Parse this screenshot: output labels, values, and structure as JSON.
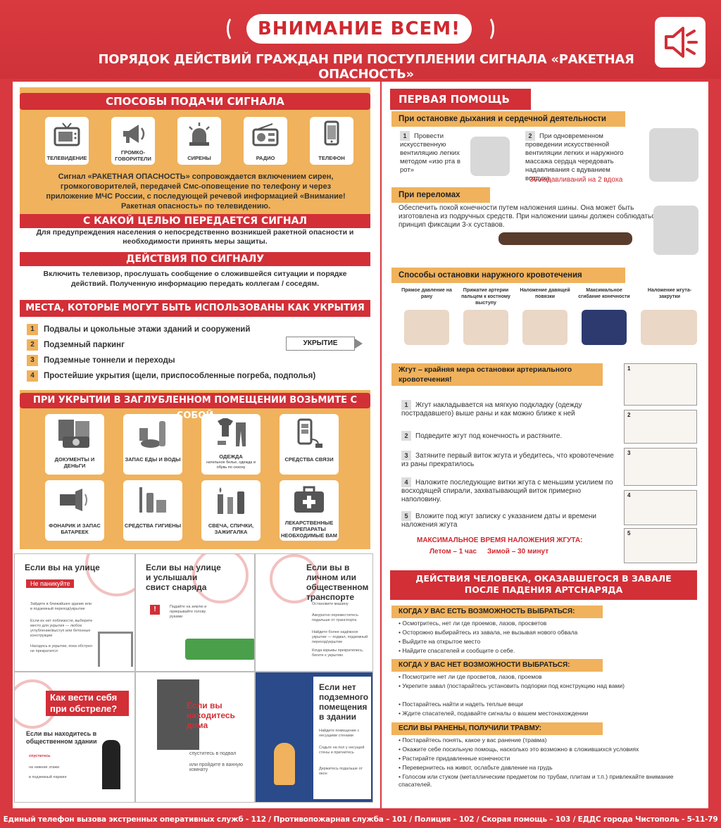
{
  "header": {
    "title": "ВНИМАНИЕ ВСЕМ!",
    "subtitle": "ПОРЯДОК ДЕЙСТВИЙ ГРАЖДАН ПРИ ПОСТУПЛЕНИИ СИГНАЛА «РАКЕТНАЯ ОПАСНОСТЬ»"
  },
  "signal": {
    "heading": "СПОСОБЫ ПОДАЧИ СИГНАЛА",
    "methods": [
      {
        "label": "ТЕЛЕВИДЕНИЕ",
        "icon": "tv-icon"
      },
      {
        "label": "ГРОМКО-ГОВОРИТЕЛИ",
        "icon": "megaphone-icon"
      },
      {
        "label": "СИРЕНЫ",
        "icon": "siren-icon"
      },
      {
        "label": "РАДИО",
        "icon": "radio-icon"
      },
      {
        "label": "ТЕЛЕФОН",
        "icon": "phone-icon"
      }
    ],
    "text": "Сигнал «РАКЕТНАЯ ОПАСНОСТЬ» сопровождается включением сирен, громкоговорителей, передачей Смс-оповещение по телефону и через приложение МЧС России, с последующей речевой информацией «Внимание! Ракетная опасность» по телевидению."
  },
  "purpose": {
    "heading": "С КАКОЙ ЦЕЛЬЮ ПЕРЕДАЕТСЯ СИГНАЛ",
    "text": "Для предупреждения населения о непосредственно возникшей ракетной опасности и необходимости принять меры защиты."
  },
  "actions": {
    "heading": "ДЕЙСТВИЯ ПО СИГНАЛУ",
    "text": "Включить телевизор, прослушать сообщение о сложившейся ситуации и порядке действий. Полученную информацию передать коллегам / соседям."
  },
  "shelters": {
    "heading": "МЕСТА, КОТОРЫЕ МОГУТ БЫТЬ ИСПОЛЬЗОВАНЫ КАК УКРЫТИЯ",
    "items": [
      {
        "num": "1",
        "text": "Подвалы и цокольные этажи зданий и сооружений"
      },
      {
        "num": "2",
        "text": "Подземный паркинг"
      },
      {
        "num": "3",
        "text": "Подземные тоннели и переходы"
      },
      {
        "num": "4",
        "text": "Простейшие укрытия (щели, приспособленные погреба, подполья)"
      }
    ],
    "sign": "УКРЫТИЕ"
  },
  "take": {
    "heading": "ПРИ УКРЫТИИ В ЗАГЛУБЛЕННОМ ПОМЕЩЕНИИ ВОЗЬМИТЕ С СОБОЙ",
    "items": [
      {
        "label": "ДОКУМЕНТЫ И ДЕНЬГИ",
        "sub": "",
        "icon": "documents-icon"
      },
      {
        "label": "ЗАПАС ЕДЫ И ВОДЫ",
        "sub": "",
        "icon": "food-icon"
      },
      {
        "label": "ОДЕЖДА",
        "sub": "нательное белье, одежда и обувь по сезону",
        "icon": "clothes-icon"
      },
      {
        "label": "СРЕДСТВА СВЯЗИ",
        "sub": "",
        "icon": "phone-charger-icon"
      },
      {
        "label": "ФОНАРИК И ЗАПАС БАТАРЕЕК",
        "sub": "",
        "icon": "flashlight-icon"
      },
      {
        "label": "СРЕДСТВА ГИГИЕНЫ",
        "sub": "",
        "icon": "hygiene-icon"
      },
      {
        "label": "СВЕЧА, СПИЧКИ, ЗАЖИГАЛКА",
        "sub": "",
        "icon": "candle-icon"
      },
      {
        "label": "ЛЕКАРСТВЕННЫЕ ПРЕПАРАТЫ НЕОБХОДИМЫЕ ВАМ",
        "sub": "",
        "icon": "first-aid-icon"
      }
    ]
  },
  "comics": {
    "street": {
      "title": "Если вы на улице",
      "tag": "Не паникуйте",
      "b1": "Зайдите в ближайшее здание или в подземный переход/укрытие",
      "b2": "Если их нет поблизости, выберите место для укрытия — любое углубление/выступ или бетонные конструкции",
      "b3": "Находясь в укрытии, пока обстрел не прекратится"
    },
    "whistle": {
      "title": "Если вы на улице и услышали свист снаряда",
      "b1": "Падайте на землю и прикрывайте голову руками"
    },
    "transport": {
      "title": "Если вы в личном или общественном транспорте",
      "b1": "Остановите машину",
      "b2": "Аккуратно переместитесь подальше от транспорта",
      "b3": "Найдите более надёжное укрытие — подвал, подземный переход/укрытие",
      "b4": "Когда взрывы прекратились, бегите к укрытию"
    },
    "shelling": {
      "title": "Как вести себя при обстреле?",
      "sub": "Если вы находитесь в общественном здании",
      "tag": "спуститесь",
      "b1": "на нижние этажи",
      "b2": "в подземный паркинг"
    },
    "home": {
      "title": "Если вы находитесь дома",
      "b1": "спуститесь в подвал",
      "b2": "или пройдите в ванную комнату"
    },
    "nobasement": {
      "title": "Если нет подземного помещения в здании",
      "b1": "Найдите помещение с несущими стенами",
      "b2": "Сядьте на пол у несущей стены и пригнитесь",
      "b3": "Держитесь подальше от окон"
    }
  },
  "firstaid": {
    "heading": "ПЕРВАЯ ПОМОЩЬ",
    "breath": {
      "head": "При остановке дыхания и сердечной деятельности",
      "s1num": "1",
      "s1": "Провести искусственную вентиляцию легких методом «изо рта в рот»",
      "s2num": "2",
      "s2": "При одновременном проведении искусственной вентиляции легких и наружного массажа сердца чередовать надавливания с вдуванием воздуха.",
      "s2red": "30 надавливаний на 2 вдоха"
    },
    "fracture": {
      "head": "При переломах",
      "text": "Обеспечить покой конечности путем наложения шины. Она может быть изготовлена из подручных средств. При наложении шины должен соблюдаться принцип фиксации 3-х суставов."
    },
    "bleeding": {
      "head": "Способы остановки наружного кровотечения",
      "methods": [
        "Прямое давление на рану",
        "Прижатие артерии пальцем к костному выступу",
        "Наложение давящей повязки",
        "Максимальное сгибание конечности",
        "Наложение жгута-закрутки"
      ]
    },
    "tourniquet": {
      "head": "Жгут – крайняя мера остановки артериального кровотечения!",
      "steps": [
        {
          "num": "1",
          "text": "Жгут накладывается на мягкую подкладку (одежду пострадавшего) выше раны и как можно ближе к ней"
        },
        {
          "num": "2",
          "text": "Подведите жгут под конечность и растяните."
        },
        {
          "num": "3",
          "text": "Затяните первый виток жгута и убедитесь, что кровотечение из раны прекратилось"
        },
        {
          "num": "4",
          "text": "Наложите последующие витки жгута с меньшим усилием по восходящей спирали, захватывающий виток примерно наполовину."
        },
        {
          "num": "5",
          "text": "Вложите под жгут записку с указанием даты и времени наложения жгута"
        }
      ],
      "maxtime": "МАКСИМАЛЬНОЕ ВРЕМЯ НАЛОЖЕНИЯ ЖГУТА:",
      "summer": "Летом – 1 час",
      "winter": "Зимой – 30 минут",
      "thumbs": [
        "1",
        "2",
        "3",
        "4",
        "5"
      ]
    }
  },
  "collapse": {
    "heading": "ДЕЙСТВИЯ ЧЕЛОВЕКА, ОКАЗАВШЕГОСЯ В ЗАВАЛЕ ПОСЛЕ ПАДЕНИЯ АРТСНАРЯДА",
    "can": {
      "head": "КОГДА У ВАС ЕСТЬ ВОЗМОЖНОСТЬ ВЫБРАТЬСЯ:",
      "items": [
        "Осмотритесь, нет ли где проемов, лазов, просветов",
        "Осторожно выбирайтесь из завала, не вызывая нового обвала",
        "Выйдите на открытое место",
        "Найдите спасателей и сообщите о себе."
      ]
    },
    "cannot": {
      "head": "КОГДА У ВАС НЕТ ВОЗМОЖНОСТИ ВЫБРАТЬСЯ:",
      "items": [
        "Посмотрите нет ли где просветов, лазов, проемов",
        "Укрепите завал (постарайтесь установить подпорки под конструкцию над вами)",
        "Постарайтесь найти и надеть теплые вещи",
        "Ждите спасателей, подавайте сигналы о вашем местонахождении"
      ]
    },
    "injured": {
      "head": "ЕСЛИ ВЫ РАНЕНЫ, ПОЛУЧИЛИ ТРАВМУ:",
      "items": [
        "Постарайтесь понять, какое у вас ранение (травма)",
        "Окажите себе посильную помощь, насколько это возможно в сложившихся условиях",
        "Растирайте придавленные конечности",
        "Перевернитесь на живот, ослабьте давление на грудь",
        "Голосом или стуком (металлическим предметом по трубам, плитам и т.п.) привлекайте внимание спасателей."
      ]
    }
  },
  "footer": {
    "text": "Единый телефон вызова экстренных оперативных служб - 112  /  Противопожарная служба – 101  /  Полиция – 102  /  Скорая помощь – 103  /  ЕДДС города Чистополь - 5-11-79"
  },
  "colors": {
    "red": "#d22f37",
    "orange": "#f0b25c",
    "white": "#ffffff"
  }
}
